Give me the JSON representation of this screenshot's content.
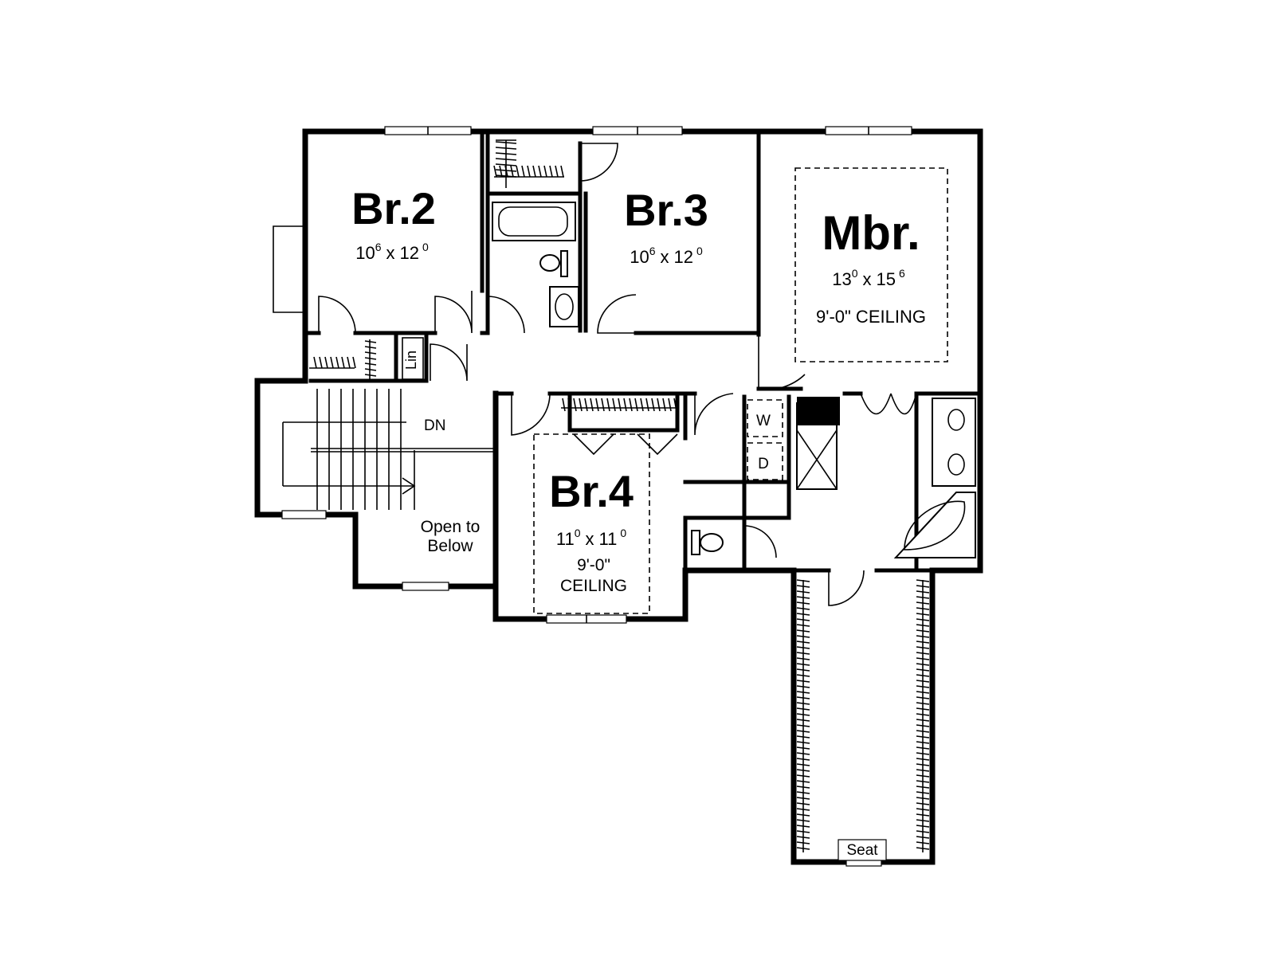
{
  "rooms": {
    "br2": {
      "name": "Br.2",
      "dim_a": "10",
      "dim_a_sup": "6",
      "dim_x": "x",
      "dim_b": "12",
      "dim_b_sup": "0"
    },
    "br3": {
      "name": "Br.3",
      "dim_a": "10",
      "dim_a_sup": "6",
      "dim_x": "x",
      "dim_b": "12",
      "dim_b_sup": "0"
    },
    "mbr": {
      "name": "Mbr.",
      "dim_a": "13",
      "dim_a_sup": "0",
      "dim_x": "x",
      "dim_b": "15",
      "dim_b_sup": "6",
      "ceiling": "9'-0\" CEILING"
    },
    "br4": {
      "name": "Br.4",
      "dim_a": "11",
      "dim_a_sup": "0",
      "dim_x": "x",
      "dim_b": "11",
      "dim_b_sup": "0",
      "ceiling_1": "9'-0\"",
      "ceiling_2": "CEILING"
    }
  },
  "labels": {
    "linen": "Lin",
    "stairs_down": "DN",
    "open_line1": "Open to",
    "open_line2": "Below",
    "washer": "W",
    "dryer": "D",
    "seat": "Seat"
  }
}
